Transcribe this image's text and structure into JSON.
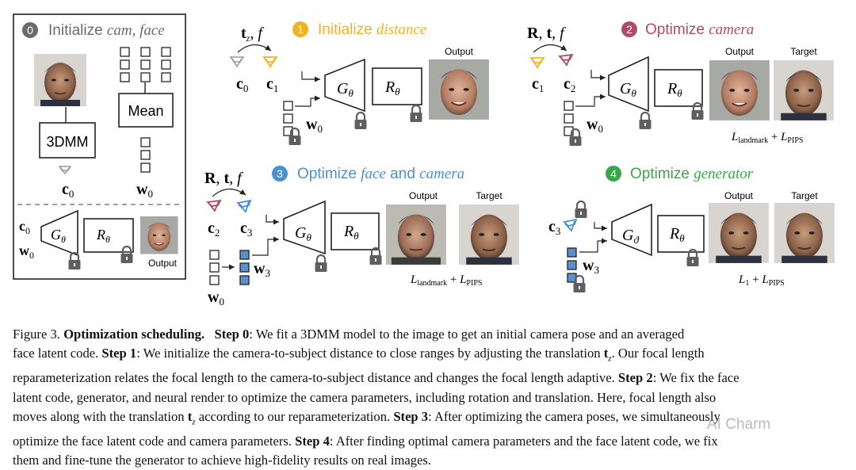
{
  "panels": {
    "step0": {
      "number": "0",
      "title_plain": "Initialize ",
      "title_italic": "cam, face",
      "threedmm_label": "3DMM",
      "mean_label": "Mean",
      "c_label": "c",
      "c_sub": "0",
      "w_label": "w",
      "w_sub": "0",
      "output_label": "Output",
      "g_label": "G",
      "g_sub": "θ",
      "r_label": "R",
      "r_sub": "θ"
    },
    "step1": {
      "number": "1",
      "title_plain": "Initialize ",
      "title_italic": "distance",
      "params": "t_z, f",
      "cam_a": "c",
      "cam_a_sub": "0",
      "cam_b": "c",
      "cam_b_sub": "1",
      "w_label": "w",
      "w_sub": "0",
      "output_label": "Output"
    },
    "step2": {
      "number": "2",
      "title_plain": "Optimize ",
      "title_italic": "camera",
      "params": "R, t, f",
      "cam_a": "c",
      "cam_a_sub": "1",
      "cam_b": "c",
      "cam_b_sub": "2",
      "w_label": "w",
      "w_sub": "0",
      "output_label": "Output",
      "target_label": "Target",
      "loss": "L_landmark + L_PIPS"
    },
    "step3": {
      "number": "3",
      "title_plain": "Optimize ",
      "title_italic": "face",
      "title_mid": " and ",
      "title_italic2": "camera",
      "params": "R, t, f",
      "cam_a": "c",
      "cam_a_sub": "2",
      "cam_b": "c",
      "cam_b_sub": "3",
      "w_label": "w",
      "w_sub": "3",
      "w0_label": "w",
      "w0_sub": "0",
      "output_label": "Output",
      "target_label": "Target",
      "loss": "L_landmark + L_PIPS"
    },
    "step4": {
      "number": "4",
      "title_plain": "Optimize ",
      "title_italic": "generator",
      "cam_label": "c",
      "cam_sub": "3",
      "w_label": "w",
      "w_sub": "3",
      "g_sub": "ϑ",
      "output_label": "Output",
      "target_label": "Target",
      "loss": "L_1 + L_PIPS"
    }
  },
  "colors": {
    "step0": "#6b6b6b",
    "step1": "#f2b21f",
    "step2": "#b04a6a",
    "step3": "#4a8fd0",
    "step4": "#3aa64a",
    "lock": "#5f5f5f",
    "cam_gray": "#9a9a9a",
    "latent_blue": "#5b8fc9"
  },
  "caption": {
    "fig_label": "Figure 3.",
    "fig_title": "Optimization scheduling.",
    "line1_rest": "We fit a 3DMM model to the image to get an initial camera pose and an averaged",
    "step0_label": "Step 0",
    "line2_a": "face latent code.",
    "step1_label": "Step 1",
    "line2_b": ": We initialize the camera-to-subject distance to close ranges by adjusting the translation",
    "line2_sym": "t",
    "line2_sym_sub": "z",
    "line2_c": ". Our focal length",
    "line3": "reparameterization relates the focal length to the camera-to-subject distance and changes the focal length adaptive.",
    "step2_label": "Step 2",
    "line3_b": ": We fix the face",
    "line4": "latent code, generator, and neural render to optimize the camera parameters, including rotation and translation. Here, focal length also",
    "line5_a": "moves along with the translation",
    "line5_b": "according to our reparameterization.",
    "step3_label": "Step 3",
    "line5_c": ": After optimizing the camera poses, we simultaneously",
    "line6_a": "optimize the face latent code and camera parameters.",
    "step4_label": "Step 4",
    "line6_b": ": After finding optimal camera parameters and the face latent code, we fix",
    "line7": "them and fine-tune the generator to achieve high-fidelity results on real images."
  },
  "watermark": "AI Charm"
}
